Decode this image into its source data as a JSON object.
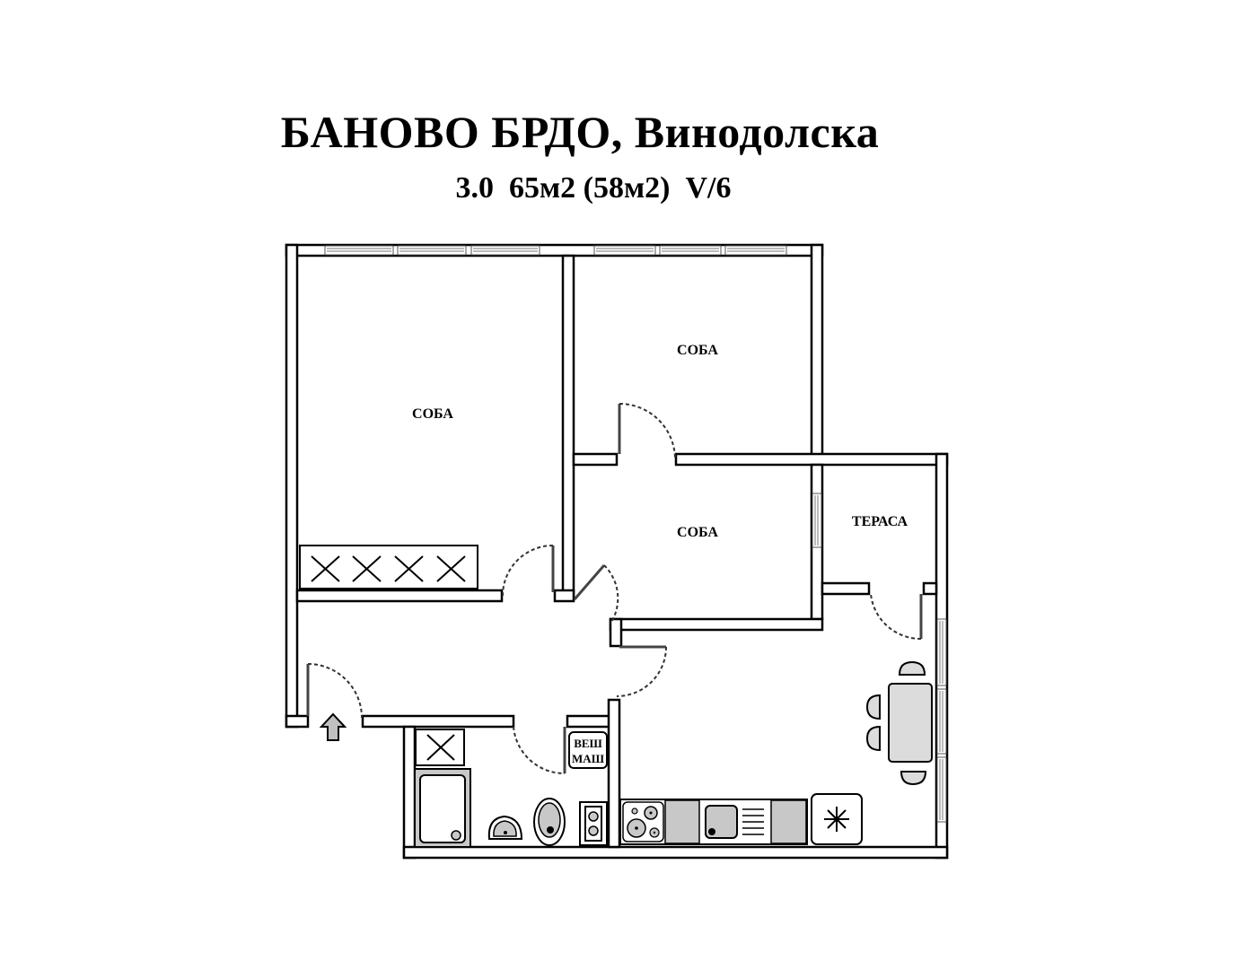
{
  "header": {
    "title": "БАНОВО БРДО,  Винодолска",
    "subtitle": "3.0  65м2 (58м2)  V/6"
  },
  "rooms": [
    {
      "id": "room-1",
      "label": "СОБА"
    },
    {
      "id": "room-2",
      "label": "СОБА"
    },
    {
      "id": "room-3",
      "label": "СОБА"
    },
    {
      "id": "terrace",
      "label": "ТЕРАСА"
    }
  ],
  "fixtures": {
    "washing_machine": {
      "line1": "ВЕШ",
      "line2": "МАШ"
    }
  },
  "icons": {
    "entrance": "entrance-arrow-icon",
    "wardrobe": "wardrobe-x-icon",
    "freezer": "snowflake-icon"
  },
  "colors": {
    "wall_stroke": "#000000",
    "fixture_fill": "#c8c8c8",
    "table_fill": "#dcdcdc",
    "background": "#ffffff"
  }
}
